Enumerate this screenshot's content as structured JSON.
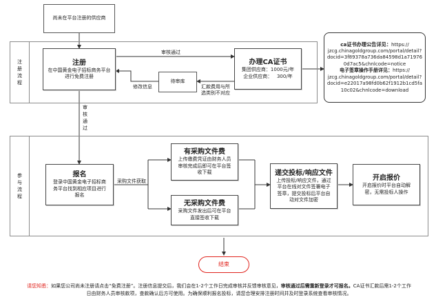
{
  "start": {
    "label": "尚未在平台注册的供应商"
  },
  "section1": {
    "label": [
      "注",
      "册",
      "流",
      "程"
    ]
  },
  "section2": {
    "label": [
      "参",
      "与",
      "流",
      "程"
    ]
  },
  "register": {
    "title": "注册",
    "desc": [
      "在中国黄金电子招标商务平台",
      "进行免费注册"
    ]
  },
  "ca_apply": {
    "title": "办理CA证书",
    "lines": [
      "集团供应商：1000元/年",
      "企业供应商：   300/年"
    ]
  },
  "pending": {
    "label": "待审库"
  },
  "edges": {
    "audit_pass_top": "审核通过",
    "modify_info": "修改信息",
    "fee_mismatch": [
      "汇款费用与所",
      "选类别不对应"
    ],
    "audit_pass_vertical": [
      "审",
      "核",
      "通",
      "过"
    ],
    "get_docs": "采购文件获取"
  },
  "info_box": {
    "ca_title": "ca证书办理公告详见：",
    "ca_url_lines": [
      "https://",
      "jzcg.chinagoldgroup.com/portal/detail?",
      "docid=3f89378a736da84598d1a71976",
      "0d7ac5&chnlcode=notice"
    ],
    "sig_title": "电子签章操作手册详见：",
    "sig_url_lines": [
      "https://",
      "jzcg.chinagoldgroup.com/portal/detail?",
      "docid=e22017a98fd0b62f1912b1cd5fa",
      "10c02&chnlcode=download"
    ]
  },
  "signup": {
    "title": "报名",
    "desc": [
      "登录中国黄金电子招标商",
      "务平台找到相应项目进行",
      "报名"
    ]
  },
  "with_fee": {
    "title": "有采购文件费",
    "desc": [
      "上传缴费凭证由财务人员",
      "审核完成后即可在平台签",
      "收下载"
    ]
  },
  "no_fee": {
    "title": "无采购文件费",
    "desc": [
      "采购文件发出后可在平台",
      "直接签收下载"
    ]
  },
  "submit": {
    "title": "递交投标/响应文件",
    "desc": [
      "上传投标/响应文件，通过",
      "平台在线对文件签署电子",
      "签章，提交投标后平台自",
      "动对文件加密"
    ]
  },
  "open": {
    "title": "开启报价",
    "desc": [
      "开启报价时平台自动解",
      "密，无需投标人操作"
    ]
  },
  "end": {
    "label": "结束"
  },
  "note": {
    "prefix": "请您知悉：",
    "part1": "如果您公司尚未注册请点击“免费注册”。注册信息提交后，我们会在1-2个工作日完成审核并反馈审核意见，",
    "bold": "审核通过后需重新登录才可报名。",
    "part2": "CA证书汇款后需1-2个工作",
    "line2": "日由财务人员审核款项，查款确认后方可使用。为确保顺利报名投标，请您合理安排注册时间并及时登录系统查看审核情况。"
  },
  "colors": {
    "accent_red": "#e0221b",
    "border": "#555555"
  }
}
